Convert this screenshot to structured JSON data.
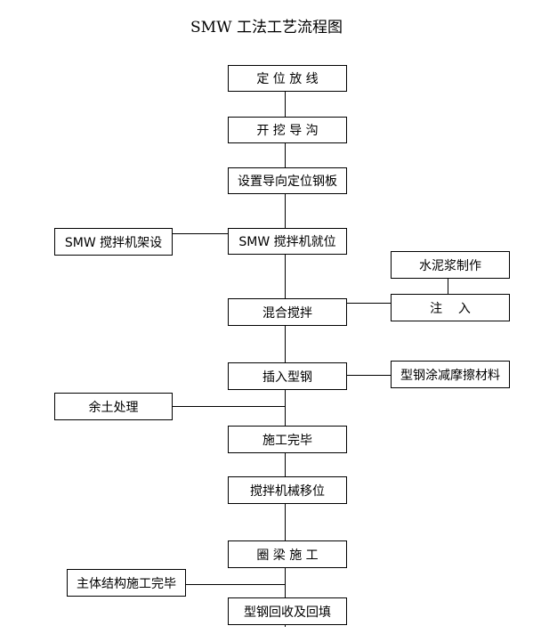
{
  "title": "SMW 工法工艺流程图",
  "main_flow": [
    "定 位 放 线",
    "开 挖 导 沟",
    "设置导向定位钢板",
    "SMW 搅拌机就位",
    "混合搅拌",
    "插入型钢",
    "施工完毕",
    "搅拌机械移位",
    "圈 梁 施 工",
    "型钢回收及回填"
  ],
  "side_nodes": {
    "rig_setup": "SMW 搅拌机架设",
    "cement_slurry": "水泥浆制作",
    "injection": "注    入",
    "antifriction": "型钢涂减摩擦材料",
    "spoil": "余土处理",
    "main_structure": "主体结构施工完毕"
  }
}
